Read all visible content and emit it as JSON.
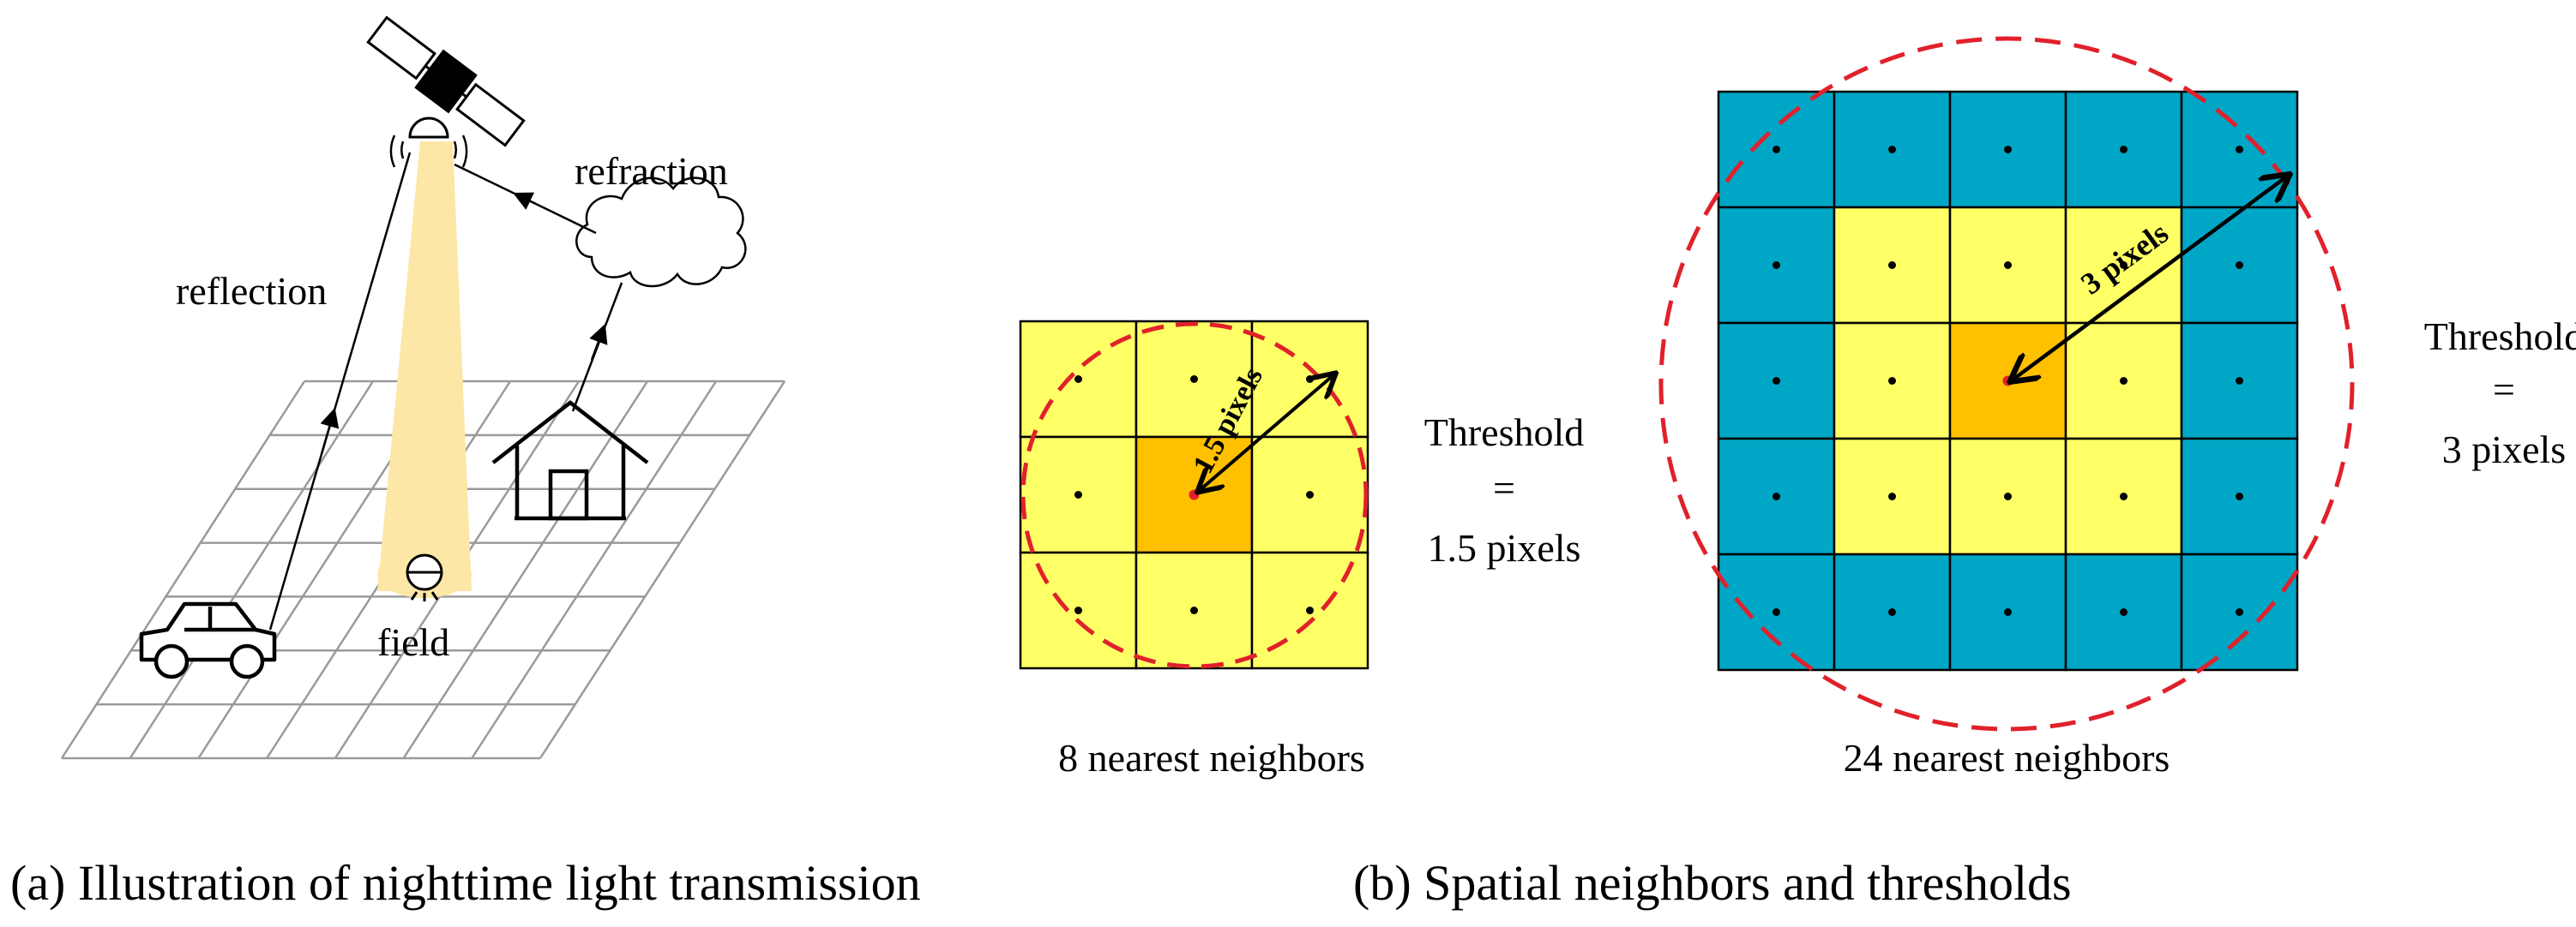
{
  "panel_a": {
    "caption": "(a) Illustration of nighttime light transmission",
    "labels": {
      "reflection": "reflection",
      "refraction": "refraction",
      "field": "field"
    },
    "icons": [
      "satellite-icon",
      "car-icon",
      "house-icon",
      "cloud-icon",
      "streetlight-icon"
    ]
  },
  "panel_b": {
    "caption": "(b) Spatial neighbors and thresholds",
    "grid_small": {
      "size": 3,
      "radius_label": "1.5 pixels",
      "threshold_lines": [
        "Threshold",
        "=",
        "1.5 pixels"
      ],
      "caption": "8 nearest neighbors"
    },
    "grid_large": {
      "size": 5,
      "radius_label": "3 pixels",
      "threshold_lines": [
        "Threshold",
        "=",
        "3 pixels"
      ],
      "caption": "24 nearest neighbors"
    }
  },
  "colors": {
    "center_cell": "#ffc000",
    "inner_ring": "#ffff66",
    "outer_ring": "#00a6c6",
    "circle": "#e0212b",
    "cone": "#fde7a6",
    "road_grid": "#9a9a9a"
  }
}
